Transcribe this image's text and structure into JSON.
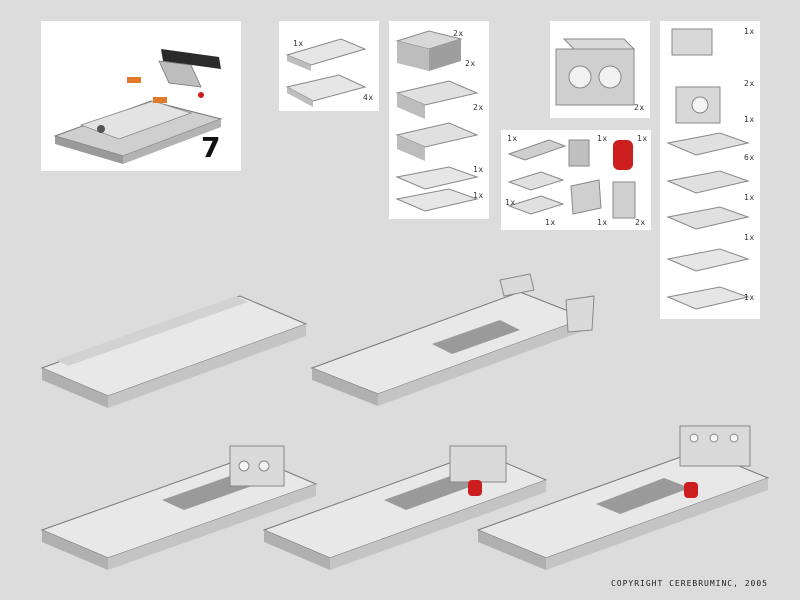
{
  "step_number": "7",
  "copyright": "COPYRIGHT CEREBRUMINC, 2005",
  "parts_lists": [
    {
      "panel": "A",
      "quantities": [
        "1x",
        "4x"
      ]
    },
    {
      "panel": "B",
      "quantities": [
        "2x",
        "2x",
        "2x",
        "1x",
        "1x"
      ]
    },
    {
      "panel": "C",
      "quantities": [
        "2x"
      ]
    },
    {
      "panel": "D",
      "quantities": [
        "1x",
        "1x",
        "1x",
        "1x",
        "1x",
        "1x",
        "2x"
      ]
    },
    {
      "panel": "E",
      "quantities": [
        "1x",
        "2x",
        "1x",
        "6x",
        "1x",
        "1x",
        "1x"
      ]
    }
  ],
  "colors": {
    "background": "#dcdcdc",
    "brick_light": "#e6e6e6",
    "brick_mid": "#c8c8c8",
    "brick_dark": "#9a9a9a",
    "accent_red": "#cc1e1e",
    "accent_orange": "#e07a2a",
    "accent_black": "#222222"
  }
}
